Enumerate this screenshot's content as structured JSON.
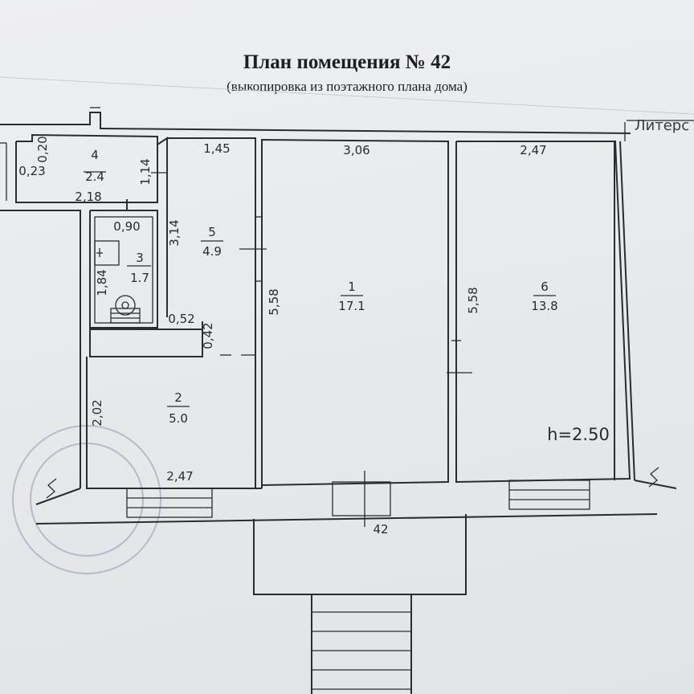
{
  "title": "План помещения № 42",
  "subtitle": "(выкопировка из поэтажного плана дома)",
  "litera_label": "Литерс",
  "height_label": "h=2.50",
  "entrance_label": "42",
  "rooms": [
    {
      "number": "4",
      "area": "2.4"
    },
    {
      "number": "3",
      "area": "1.7"
    },
    {
      "number": "5",
      "area": "4.9"
    },
    {
      "number": "2",
      "area": "5.0"
    },
    {
      "number": "1",
      "area": "17.1"
    },
    {
      "number": "6",
      "area": "13.8"
    }
  ],
  "dimensions": {
    "r4_side_top": "0,20",
    "r4_side": "0,23",
    "r4_bottom": "2,18",
    "r4_right": "1,14",
    "r5_top": "1,45",
    "r5_side": "3,14",
    "r3_top": "0,90",
    "r3_side": "1,84",
    "corridor_top": "0,52",
    "corridor_side": "0,42",
    "r2_side": "2,02",
    "r2_bottom": "2,47",
    "r1_top": "3,06",
    "r1_side": "5,58",
    "r6_top": "2,47",
    "r6_side": "5,58"
  }
}
